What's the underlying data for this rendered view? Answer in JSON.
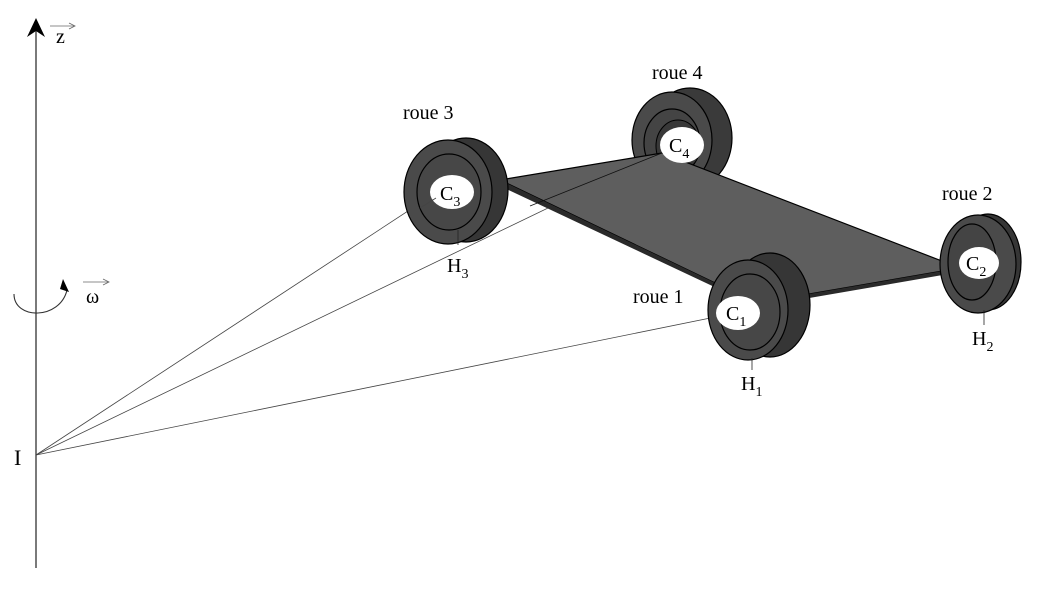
{
  "diagram": {
    "type": "vehicle-rotation-schematic",
    "axis": {
      "label": "z",
      "vector": true
    },
    "rotation": {
      "label": "ω",
      "vector": true
    },
    "pivot": {
      "label": "I"
    },
    "wheels": [
      {
        "id": 1,
        "name": "roue 1",
        "center_label": "C",
        "center_sub": "1",
        "contact_label": "H",
        "contact_sub": "1"
      },
      {
        "id": 2,
        "name": "roue 2",
        "center_label": "C",
        "center_sub": "2",
        "contact_label": "H",
        "contact_sub": "2"
      },
      {
        "id": 3,
        "name": "roue 3",
        "center_label": "C",
        "center_sub": "3",
        "contact_label": "H",
        "contact_sub": "3"
      },
      {
        "id": 4,
        "name": "roue 4",
        "center_label": "C",
        "center_sub": "4"
      }
    ],
    "colors": {
      "platform": "#5e5e5e",
      "tire_outer": "#3c3c3c",
      "tire_face": "#4a4a4a",
      "hub": "#ffffff",
      "line": "#000000"
    }
  }
}
